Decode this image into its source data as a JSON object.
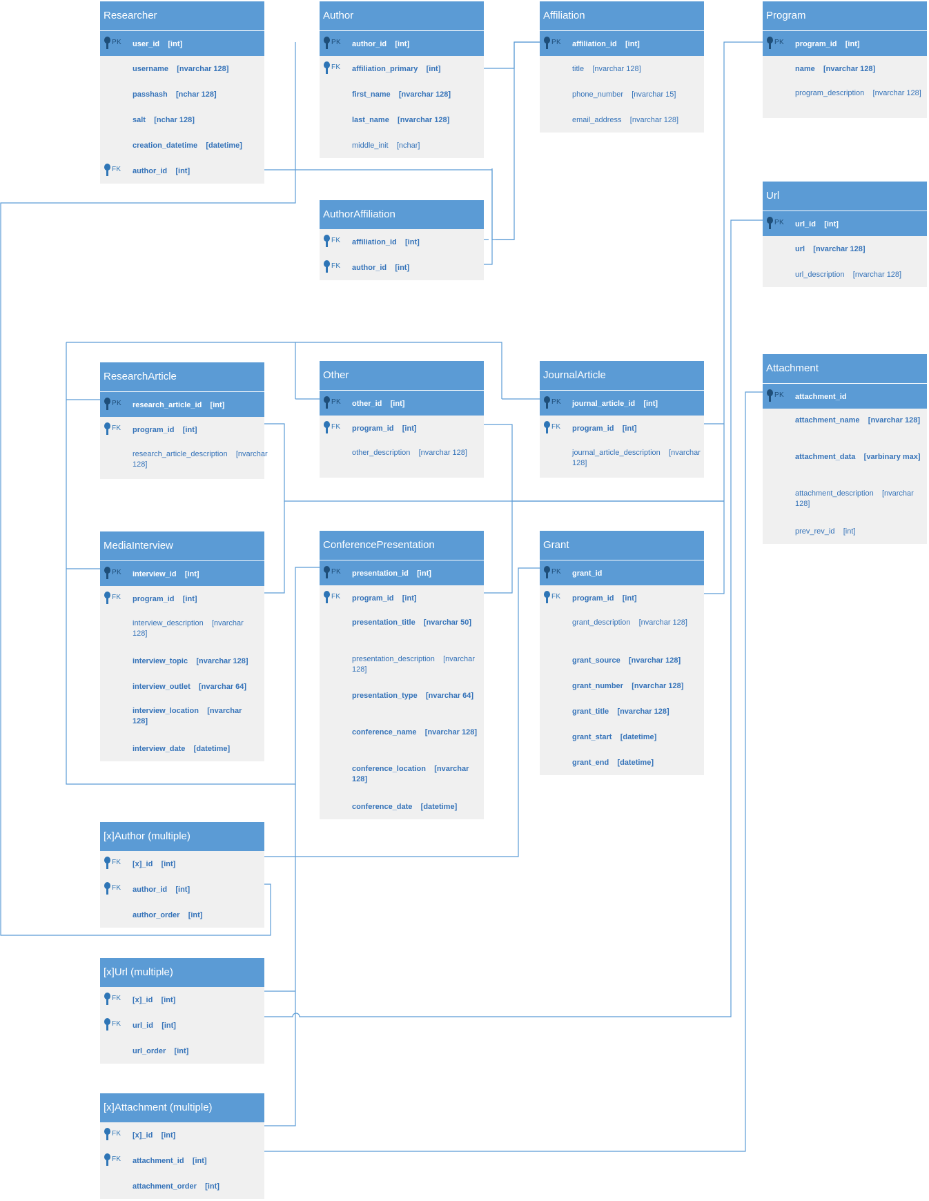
{
  "colors": {
    "header": "#5b9bd5",
    "body": "#f0f0f0",
    "text": "#3573b9",
    "connector": "#5b9bd5"
  },
  "entities": {
    "researcher": {
      "title": "Researcher",
      "pk": {
        "key": "PK",
        "field": "user_id",
        "type": "[int]"
      },
      "fields": [
        {
          "key": "",
          "field": "username",
          "type": "[nvarchar 128]"
        },
        {
          "key": "",
          "field": "passhash",
          "type": "[nchar 128]"
        },
        {
          "key": "",
          "field": "salt",
          "type": "[nchar 128]"
        },
        {
          "key": "",
          "field": "creation_datetime",
          "type": "[datetime]"
        },
        {
          "key": "FK",
          "field": "author_id",
          "type": "[int]"
        }
      ]
    },
    "author": {
      "title": "Author",
      "pk": {
        "key": "PK",
        "field": "author_id",
        "type": "[int]"
      },
      "fields": [
        {
          "key": "FK",
          "field": "affiliation_primary",
          "type": "[int]"
        },
        {
          "key": "",
          "field": "first_name",
          "type": "[nvarchar 128]"
        },
        {
          "key": "",
          "field": "last_name",
          "type": "[nvarchar 128]"
        },
        {
          "key": "",
          "field": "middle_init",
          "type": "[nchar]"
        }
      ]
    },
    "affiliation": {
      "title": "Affiliation",
      "pk": {
        "key": "PK",
        "field": "affiliation_id",
        "type": "[int]"
      },
      "fields": [
        {
          "key": "",
          "field": "title",
          "type": "[nvarchar 128]"
        },
        {
          "key": "",
          "field": "phone_number",
          "type": "[nvarchar 15]"
        },
        {
          "key": "",
          "field": "email_address",
          "type": "[nvarchar 128]"
        }
      ]
    },
    "program": {
      "title": "Program",
      "pk": {
        "key": "PK",
        "field": "program_id",
        "type": "[int]"
      },
      "fields": [
        {
          "key": "",
          "field": "name",
          "type": "[nvarchar 128]"
        },
        {
          "key": "",
          "field": "program_description",
          "type": "[nvarchar 128]"
        }
      ]
    },
    "author_affiliation": {
      "title": "AuthorAffiliation",
      "fields": [
        {
          "key": "FK",
          "field": "affiliation_id",
          "type": "[int]"
        },
        {
          "key": "FK",
          "field": "author_id",
          "type": "[int]"
        }
      ]
    },
    "url": {
      "title": "Url",
      "pk": {
        "key": "PK",
        "field": "url_id",
        "type": "[int]"
      },
      "fields": [
        {
          "key": "",
          "field": "url",
          "type": "[nvarchar 128]"
        },
        {
          "key": "",
          "field": "url_description",
          "type": "[nvarchar 128]"
        }
      ]
    },
    "research_article": {
      "title": "ResearchArticle",
      "pk": {
        "key": "PK",
        "field": "research_article_id",
        "type": "[int]"
      },
      "fields": [
        {
          "key": "FK",
          "field": "program_id",
          "type": "[int]"
        },
        {
          "key": "",
          "field": "research_article_description",
          "type": "[nvarchar 128]"
        }
      ]
    },
    "other": {
      "title": "Other",
      "pk": {
        "key": "PK",
        "field": "other_id",
        "type": "[int]"
      },
      "fields": [
        {
          "key": "FK",
          "field": "program_id",
          "type": "[int]"
        },
        {
          "key": "",
          "field": "other_description",
          "type": "[nvarchar 128]"
        }
      ]
    },
    "journal_article": {
      "title": "JournalArticle",
      "pk": {
        "key": "PK",
        "field": "journal_article_id",
        "type": "[int]"
      },
      "fields": [
        {
          "key": "FK",
          "field": "program_id",
          "type": "[int]"
        },
        {
          "key": "",
          "field": "journal_article_description",
          "type": "[nvarchar 128]"
        }
      ]
    },
    "attachment": {
      "title": "Attachment",
      "pk": {
        "key": "PK",
        "field": "attachment_id",
        "type": ""
      },
      "fields": [
        {
          "key": "",
          "field": "attachment_name",
          "type": "[nvarchar 128]"
        },
        {
          "key": "",
          "field": "attachment_data",
          "type": "[varbinary max]"
        },
        {
          "key": "",
          "field": "attachment_description",
          "type": "[nvarchar 128]"
        },
        {
          "key": "",
          "field": "prev_rev_id",
          "type": "[int]"
        }
      ]
    },
    "media_interview": {
      "title": "MediaInterview",
      "pk": {
        "key": "PK",
        "field": "interview_id",
        "type": "[int]"
      },
      "fields": [
        {
          "key": "FK",
          "field": "program_id",
          "type": "[int]"
        },
        {
          "key": "",
          "field": "interview_description",
          "type": "[nvarchar 128]"
        },
        {
          "key": "",
          "field": "interview_topic",
          "type": "[nvarchar 128]"
        },
        {
          "key": "",
          "field": "interview_outlet",
          "type": "[nvarchar 64]"
        },
        {
          "key": "",
          "field": "interview_location",
          "type": "[nvarchar 128]"
        },
        {
          "key": "",
          "field": "interview_date",
          "type": "[datetime]"
        }
      ]
    },
    "conference_presentation": {
      "title": "ConferencePresentation",
      "pk": {
        "key": "PK",
        "field": "presentation_id",
        "type": "[int]"
      },
      "fields": [
        {
          "key": "FK",
          "field": "program_id",
          "type": "[int]"
        },
        {
          "key": "",
          "field": "presentation_title",
          "type": "[nvarchar 50]"
        },
        {
          "key": "",
          "field": "presentation_description",
          "type": "[nvarchar 128]"
        },
        {
          "key": "",
          "field": "presentation_type",
          "type": "[nvarchar 64]"
        },
        {
          "key": "",
          "field": "conference_name",
          "type": "[nvarchar 128]"
        },
        {
          "key": "",
          "field": "conference_location",
          "type": "[nvarchar 128]"
        },
        {
          "key": "",
          "field": "conference_date",
          "type": "[datetime]"
        }
      ]
    },
    "grant": {
      "title": "Grant",
      "pk": {
        "key": "PK",
        "field": "grant_id",
        "type": ""
      },
      "fields": [
        {
          "key": "FK",
          "field": "program_id",
          "type": "[int]"
        },
        {
          "key": "",
          "field": "grant_description",
          "type": "[nvarchar 128]"
        },
        {
          "key": "",
          "field": "grant_source",
          "type": "[nvarchar 128]"
        },
        {
          "key": "",
          "field": "grant_number",
          "type": "[nvarchar 128]"
        },
        {
          "key": "",
          "field": "grant_title",
          "type": "[nvarchar 128]"
        },
        {
          "key": "",
          "field": "grant_start",
          "type": "[datetime]"
        },
        {
          "key": "",
          "field": "grant_end",
          "type": "[datetime]"
        }
      ]
    },
    "x_author": {
      "title": "[x]Author (multiple)",
      "fields": [
        {
          "key": "FK",
          "field": "[x]_id",
          "type": "[int]"
        },
        {
          "key": "FK",
          "field": "author_id",
          "type": "[int]"
        },
        {
          "key": "",
          "field": "author_order",
          "type": "[int]"
        }
      ]
    },
    "x_url": {
      "title": "[x]Url (multiple)",
      "fields": [
        {
          "key": "FK",
          "field": "[x]_id",
          "type": "[int]"
        },
        {
          "key": "FK",
          "field": "url_id",
          "type": "[int]"
        },
        {
          "key": "",
          "field": "url_order",
          "type": "[int]"
        }
      ]
    },
    "x_attachment": {
      "title": "[x]Attachment (multiple)",
      "fields": [
        {
          "key": "FK",
          "field": "[x]_id",
          "type": "[int]"
        },
        {
          "key": "FK",
          "field": "attachment_id",
          "type": "[int]"
        },
        {
          "key": "",
          "field": "attachment_order",
          "type": "[int]"
        }
      ]
    }
  }
}
